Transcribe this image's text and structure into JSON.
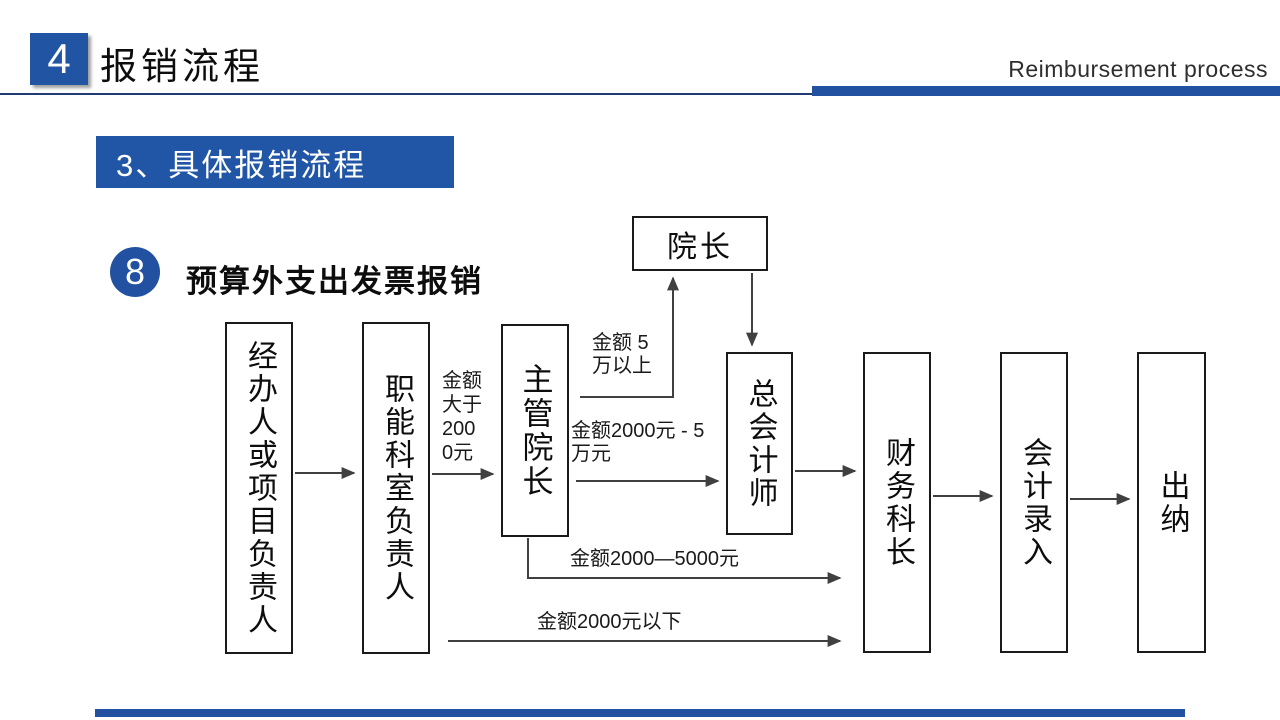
{
  "header": {
    "index_badge": "4",
    "title": "报销流程",
    "subtitle_en": "Reimbursement process"
  },
  "section": {
    "title": "3、具体报销流程"
  },
  "flow": {
    "badge": "8",
    "title": "预算外支出发票报销",
    "nodes": [
      {
        "id": "handler",
        "label": "经办人或项目负责人"
      },
      {
        "id": "functional-dept-head",
        "label": "职能科室负责人"
      },
      {
        "id": "supervising-dean",
        "label": "主管院长"
      },
      {
        "id": "dean",
        "label": "院长"
      },
      {
        "id": "chief-accountant",
        "label": "总会计师"
      },
      {
        "id": "finance-section-chief",
        "label": "财务科长"
      },
      {
        "id": "accounting-entry",
        "label": "会计录入"
      },
      {
        "id": "cashier",
        "label": "出纳"
      }
    ],
    "edge_labels": [
      {
        "id": "amount-over-2000",
        "text": "金额\n大于\n200\n0元"
      },
      {
        "id": "amount-over-50000",
        "text": "金额 5\n万以上"
      },
      {
        "id": "amount-2000-to-50000",
        "text": "金额2000元 - 5\n万元"
      },
      {
        "id": "amount-2000-5000",
        "text": "金额2000—5000元"
      },
      {
        "id": "amount-under-2000",
        "text": "金额2000元以下"
      }
    ]
  },
  "colors": {
    "accent_blue": "#2153A2",
    "rule_navy": "#203A74",
    "connector_gray": "#404040",
    "box_border": "#1a1a1a"
  }
}
